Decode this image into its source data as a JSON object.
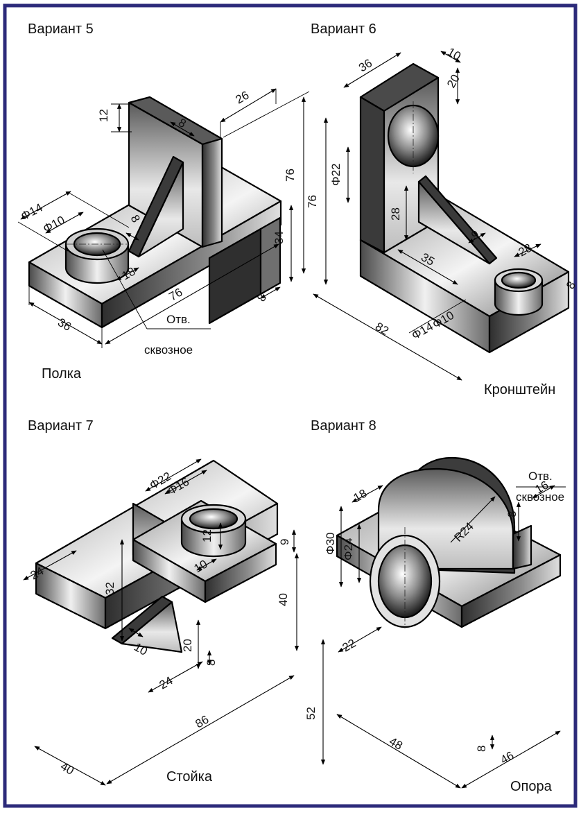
{
  "colors": {
    "frame": "#2c2a7a",
    "part_light": "#f2f2f2",
    "part_dark": "#3a3a3a"
  },
  "variants": [
    {
      "title": "Вариант 5",
      "name": "Полка",
      "hole_note": [
        "Отв.",
        "сквозное"
      ],
      "dims": [
        "12",
        "26",
        "8",
        "76",
        "Φ14",
        "Φ10",
        "8",
        "34",
        "18",
        "76",
        "36",
        "8"
      ]
    },
    {
      "title": "Вариант 6",
      "name": "Кронштейн",
      "dims": [
        "36",
        "10",
        "20",
        "Φ22",
        "76",
        "28",
        "9",
        "35",
        "28",
        "82",
        "Φ10",
        "Φ14",
        "8"
      ]
    },
    {
      "title": "Вариант 7",
      "name": "Стойка",
      "dims": [
        "Φ22",
        "Φ16",
        "12",
        "9",
        "10",
        "32",
        "40",
        "10",
        "20",
        "8",
        "24",
        "24",
        "86",
        "40"
      ]
    },
    {
      "title": "Вариант 8",
      "name": "Опора",
      "hole_note": [
        "Отв.",
        "сквозное"
      ],
      "dims": [
        "18",
        "Φ30",
        "Φ24",
        "R24",
        "22",
        "8",
        "16",
        "52",
        "8",
        "48",
        "46"
      ]
    }
  ]
}
